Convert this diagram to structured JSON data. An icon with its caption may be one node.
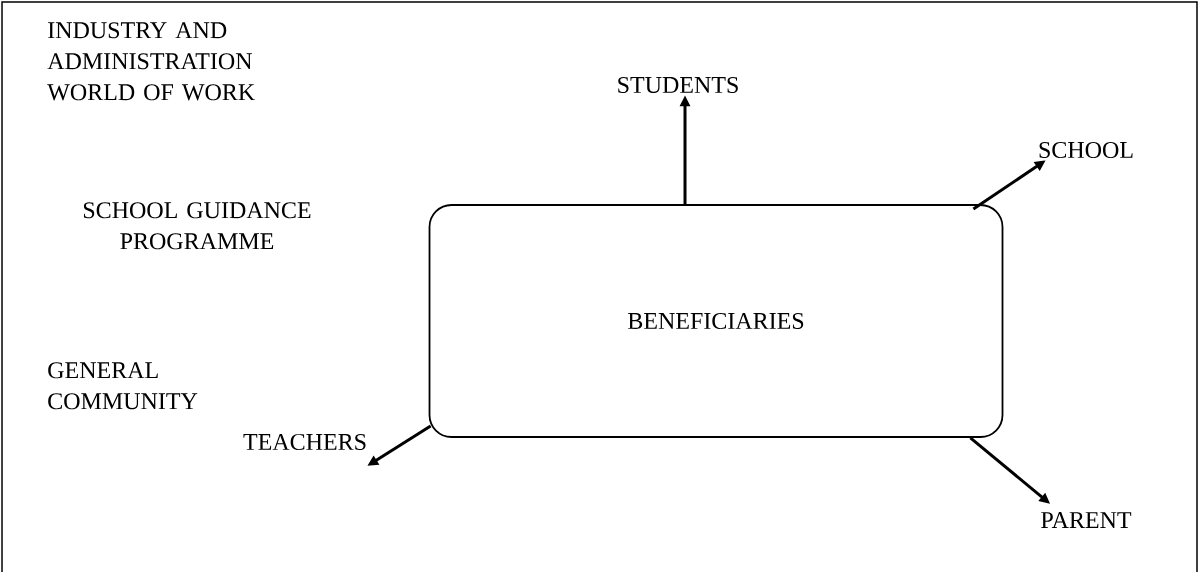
{
  "diagram": {
    "nodes": [
      {
        "text": [
          "BENEFICIARIES"
        ]
      },
      {
        "text": [
          "STUDENTS"
        ]
      },
      {
        "text": [
          "SCHOOL"
        ]
      },
      {
        "text": [
          "PARENT"
        ]
      },
      {
        "text": [
          "TEACHERS"
        ]
      }
    ],
    "edges": [
      {
        "from": 0,
        "to": 1,
        "arrow": "to"
      },
      {
        "from": 0,
        "to": 2,
        "arrow": "to"
      },
      {
        "from": 0,
        "to": 3,
        "arrow": "to"
      },
      {
        "from": 0,
        "to": 4,
        "arrow": "to"
      }
    ],
    "labels": [
      "INDUSTRY AND ADMINISTRATION WORLD OF WORK",
      "SCHOOL GUIDANCE PROGRAMME",
      "GENERAL COMMUNITY"
    ]
  }
}
